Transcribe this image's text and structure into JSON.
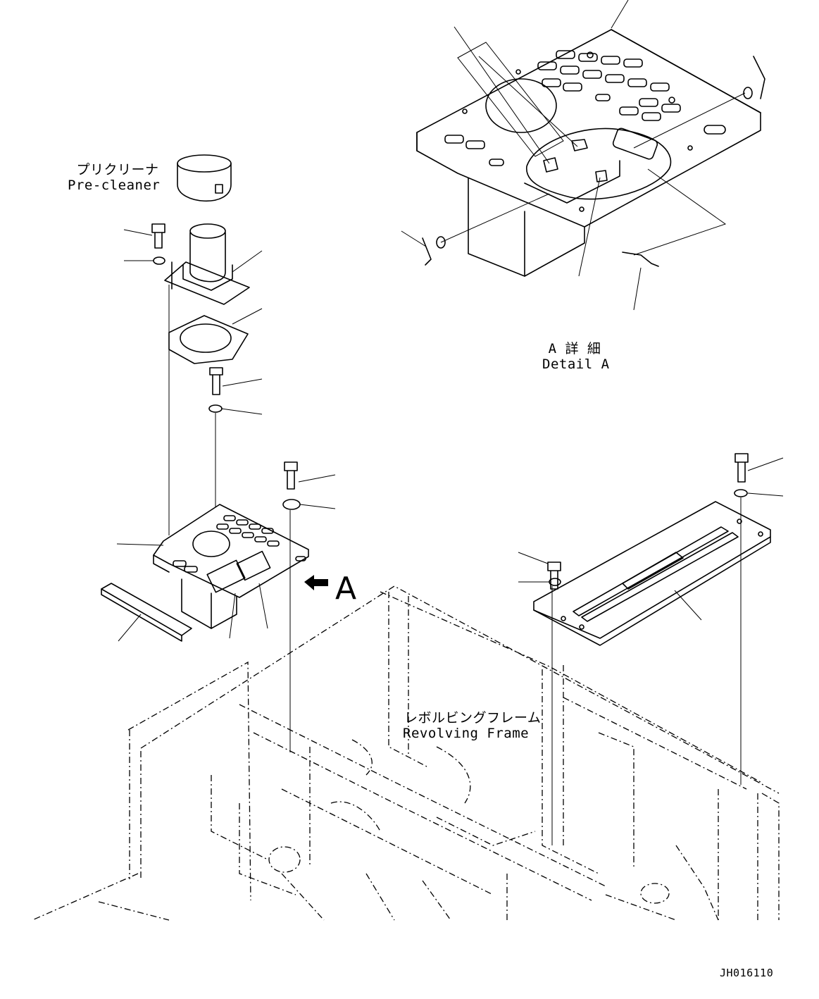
{
  "labels": {
    "precleaner_jp": "プリクリーナ",
    "precleaner_en": "Pre-cleaner",
    "detail_jp": "A 詳 細",
    "detail_en": "Detail A",
    "frame_jp": "レボルビングフレーム",
    "frame_en": "Revolving Frame",
    "view_arrow": "A",
    "drawing_code": "JH016110"
  }
}
